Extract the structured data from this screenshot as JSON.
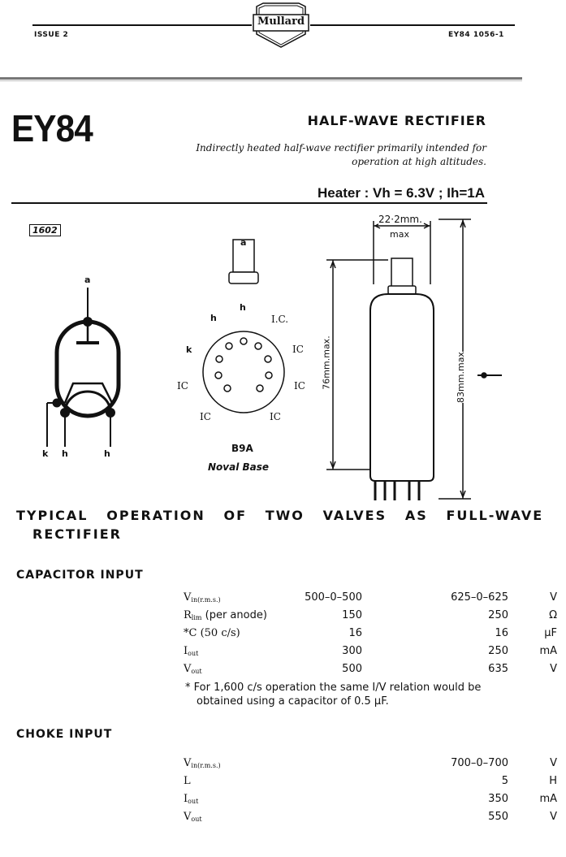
{
  "header": {
    "issue": "ISSUE  2",
    "logo": "Mullard",
    "ref": "EY84   1056-1"
  },
  "title": {
    "type_no": "EY84",
    "subtitle": "HALF-WAVE RECTIFIER",
    "desc_line1": "Indirectly heated half-wave rectifier primarily intended for",
    "desc_line2": "operation at high altitudes.",
    "heater": "Heater : Vh = 6.3V ; Ih=1A"
  },
  "diagram": {
    "code": "1602",
    "sym_a": "a",
    "sym_k": "k",
    "sym_h1": "h",
    "sym_h2": "h",
    "base_a": "a",
    "base_h_top": "h",
    "base_h_left": "h",
    "base_ic_top": "I.C.",
    "base_k": "k",
    "base_ic_r1": "IC",
    "base_ic_l": "IC",
    "base_ic_r2": "IC",
    "base_ic_bl": "IC",
    "base_ic_br": "IC",
    "base_name": "B9A",
    "base_desc": "Noval Base",
    "dim_width": "22·2mm.",
    "dim_width_max": "max",
    "dim_height": "76mm.max.",
    "dim_overall": "83mm.max"
  },
  "typical": {
    "heading_line1": "TYPICAL   OPERATION   OF   TWO   VALVES   AS   FULL-WAVE",
    "heading_line2": "RECTIFIER"
  },
  "capacitor": {
    "heading": "CAPACITOR INPUT",
    "rows": [
      {
        "p": "V",
        "s": "in(r.m.s.)",
        "c1": "500–0–500",
        "c2": "625–0–625",
        "u": "V"
      },
      {
        "p": "R",
        "s": "lim",
        "rest": " (per anode)",
        "c1": "150",
        "c2": "250",
        "u": "Ω"
      },
      {
        "p": "*C (50 c/s)",
        "s": "",
        "c1": "16",
        "c2": "16",
        "u": "μF"
      },
      {
        "p": "I",
        "s": "out",
        "c1": "300",
        "c2": "250",
        "u": "mA"
      },
      {
        "p": "V",
        "s": "out",
        "c1": "500",
        "c2": "635",
        "u": "V"
      }
    ],
    "footnote1": "*  For 1,600 c/s operation the same I/V relation would be",
    "footnote2": "obtained using a capacitor of 0.5 μF."
  },
  "choke": {
    "heading": "CHOKE INPUT",
    "rows": [
      {
        "p": "V",
        "s": "in(r.m.s.)",
        "c2": "700–0–700",
        "u": "V"
      },
      {
        "p": "L",
        "s": "",
        "c2": "5",
        "u": "H"
      },
      {
        "p": "I",
        "s": "out",
        "c2": "350",
        "u": "mA"
      },
      {
        "p": "V",
        "s": "out",
        "c2": "550",
        "u": "V"
      }
    ]
  }
}
